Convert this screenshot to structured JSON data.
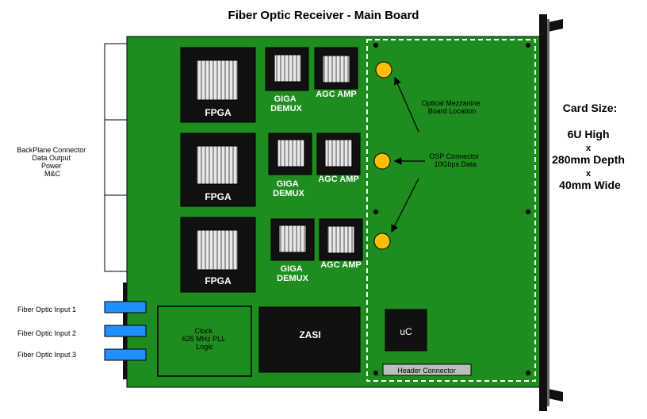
{
  "title": "Fiber Optic Receiver - Main Board",
  "backplane": {
    "label_lines": [
      "BackPlane Connector",
      "Data Output",
      "Power",
      "M&C"
    ]
  },
  "fiber_inputs": [
    "Fiber Optic Input 1",
    "Fiber Optic Input 2",
    "Fiber Optic Input 3"
  ],
  "channels": [
    {
      "fpga": "FPGA",
      "demux": [
        "GIGA",
        "DEMUX"
      ],
      "agc": "AGC AMP"
    },
    {
      "fpga": "FPGA",
      "demux": [
        "GIGA",
        "DEMUX"
      ],
      "agc": "AGC AMP"
    },
    {
      "fpga": "FPGA",
      "demux": [
        "GIGA",
        "DEMUX"
      ],
      "agc": "AGC AMP"
    }
  ],
  "clock": {
    "lines": [
      "Clock",
      "625 MHz PLL",
      "Logic"
    ]
  },
  "zasi": "ZASI",
  "uc": "uC",
  "header_connector": "Header Connector",
  "mezzanine": {
    "lines": [
      "Optical Mezzanine",
      "Board Location"
    ]
  },
  "osp": {
    "lines": [
      "OSP Connector",
      "10Gbps Data"
    ]
  },
  "card_size": {
    "heading": "Card Size:",
    "lines": [
      "6U High",
      "x",
      "280mm Depth",
      "x",
      "40mm Wide"
    ]
  },
  "colors": {
    "board": "#1e8c1e",
    "chip": "#111111",
    "connector": "#ffbf00",
    "fiber": "#1e90ff",
    "frame": "#000000"
  }
}
